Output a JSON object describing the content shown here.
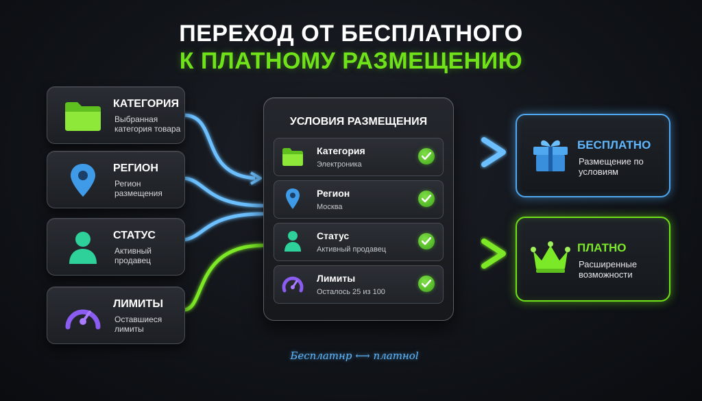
{
  "title": {
    "line1": "ПЕРЕХОД ОТ БЕСПЛАТНОГО",
    "line2": "К ПЛАТНОМУ РАЗМЕЩЕНИЮ"
  },
  "inputs": [
    {
      "title": "КАТЕГОРИЯ",
      "subtitle": "Выбранная категория товара",
      "icon": "folder-icon"
    },
    {
      "title": "РЕГИОН",
      "subtitle": "Регион размещения",
      "icon": "location-pin-icon"
    },
    {
      "title": "СТАТУС",
      "subtitle": "Активный продавец",
      "icon": "user-icon"
    },
    {
      "title": "ЛИМИТЫ",
      "subtitle": "Оставшиеся лимиты",
      "icon": "gauge-icon"
    }
  ],
  "conditions": {
    "title": "УСЛОВИЯ РАЗМЕЩЕНИЯ",
    "rows": [
      {
        "title": "Категория",
        "value": "Электроника",
        "icon": "folder-icon",
        "status": "check-icon"
      },
      {
        "title": "Регион",
        "value": "Москва",
        "icon": "location-pin-icon",
        "status": "check-icon"
      },
      {
        "title": "Статус",
        "value": "Активный продавец",
        "icon": "user-icon",
        "status": "check-icon"
      },
      {
        "title": "Лимиты",
        "value": "Осталось 25 из 100",
        "icon": "gauge-icon",
        "status": "check-icon"
      }
    ]
  },
  "outcomes": {
    "free": {
      "title": "БЕСПЛАТНО",
      "subtitle": "Размещение по условиям",
      "icon": "gift-icon",
      "color": "#4fa8f0"
    },
    "paid": {
      "title": "ПЛАТНО",
      "subtitle": "Расширенные возможности",
      "icon": "crown-icon",
      "color": "#6fe21a"
    }
  },
  "signature": "Бесплатнр ⟷ платноl",
  "colors": {
    "blue": "#4fa8f0",
    "green": "#6fe21a",
    "purple": "#8a5cf0",
    "teal": "#2fd19a"
  }
}
